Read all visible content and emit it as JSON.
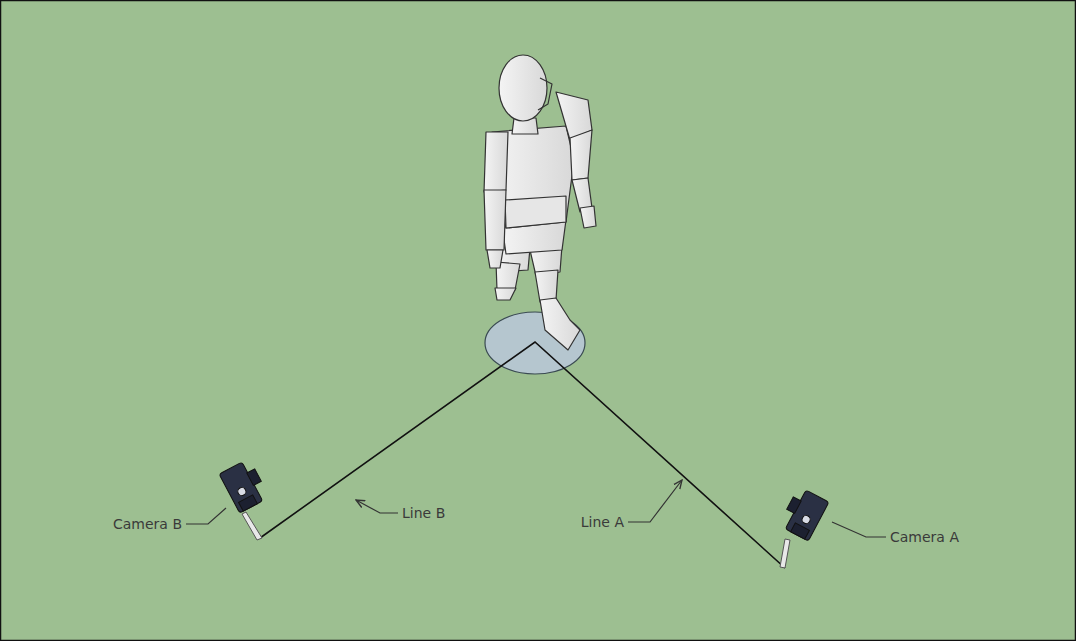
{
  "diagram": {
    "labels": [
      "Camera B",
      "Line B",
      "Line A",
      "Camera A"
    ]
  }
}
